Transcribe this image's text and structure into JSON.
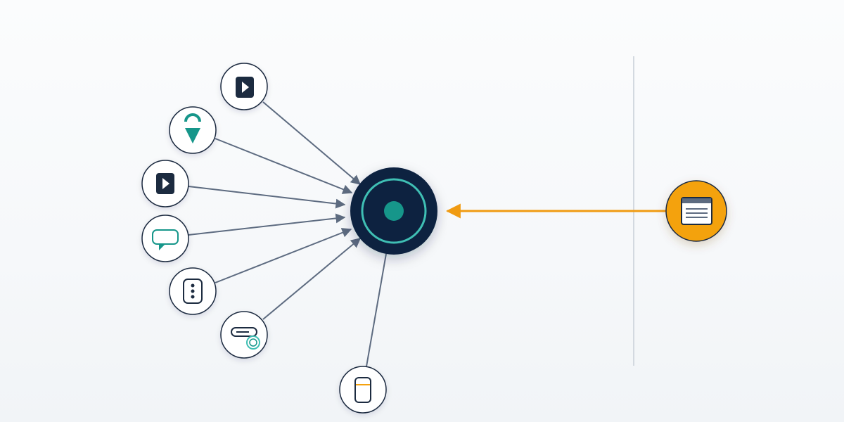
{
  "colors": {
    "background": "#f6f8fa",
    "hub_fill": "#0c2340",
    "hub_ring": "#3fbfb4",
    "hub_dot": "#16968a",
    "connector": "#5d6b80",
    "node_fill": "#ffffff",
    "node_border": "#1c2b40",
    "icon_dark": "#1c2b40",
    "icon_teal": "#16968a",
    "accent_orange": "#f4a20f",
    "accent_orange_line": "#f09b12",
    "divider": "#d3d9e0"
  },
  "diagram": {
    "hub": {
      "name": "hub-node",
      "icon": "target-hub"
    },
    "source_nodes": [
      {
        "name": "video-tile-node",
        "icon": "video-play-icon"
      },
      {
        "name": "location-pin-node",
        "icon": "location-pin-icon"
      },
      {
        "name": "video-tile-node-2",
        "icon": "video-play-icon"
      },
      {
        "name": "chat-bubble-node",
        "icon": "chat-bubble-icon"
      },
      {
        "name": "device-dots-node",
        "icon": "device-dots-icon"
      },
      {
        "name": "card-reader-node",
        "icon": "card-reader-icon"
      },
      {
        "name": "storage-jar-node",
        "icon": "storage-jar-icon"
      }
    ],
    "external_node": {
      "name": "browser-window-node",
      "icon": "browser-window-icon"
    }
  }
}
